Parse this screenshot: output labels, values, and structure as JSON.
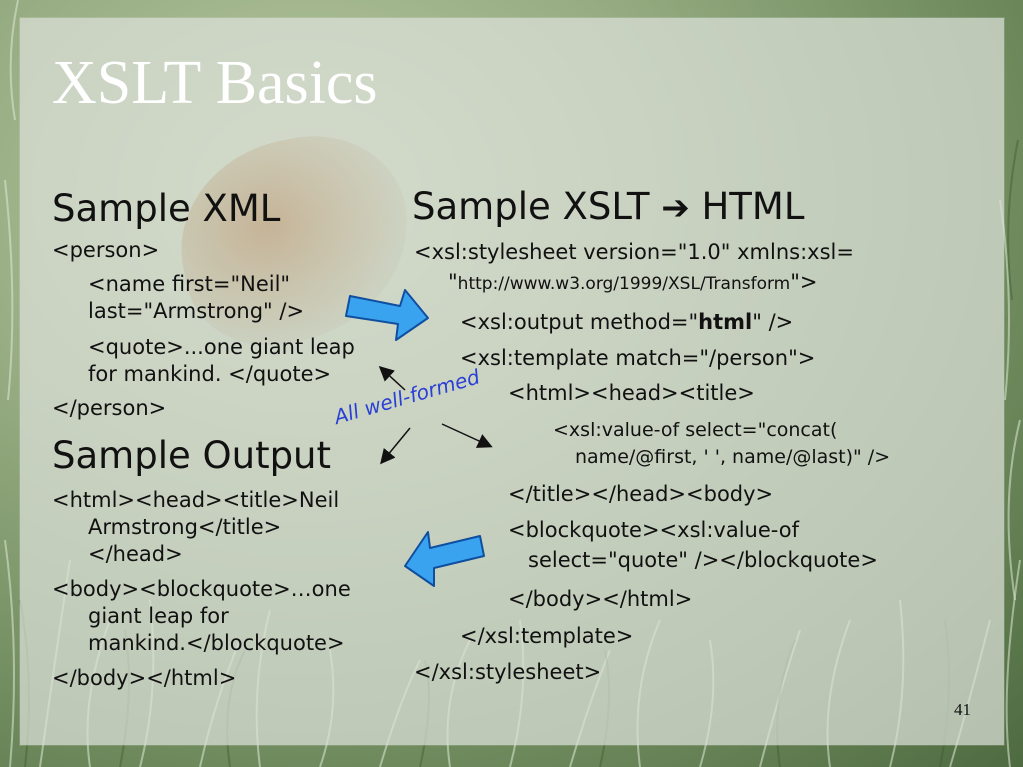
{
  "slide": {
    "title": "XSLT Basics",
    "number": "41"
  },
  "xml": {
    "heading": "Sample XML",
    "lines": [
      "<person>",
      "<name first=\"Neil\"",
      "last=\"Armstrong\" />",
      "<quote>...one giant leap",
      "for mankind. </quote>",
      "</person>"
    ]
  },
  "output": {
    "heading": "Sample Output",
    "lines": [
      "<html><head><title>Neil",
      "Armstrong</title>",
      "</head>",
      "<body><blockquote>…one",
      "giant leap for",
      "mankind.</blockquote>",
      "</body></html>"
    ]
  },
  "xslt": {
    "heading_left": "Sample XSLT",
    "heading_arrow": "➔",
    "heading_right": "HTML",
    "stylesheet_open": "<xsl:stylesheet version=\"1.0\" xmlns:xsl=",
    "ns_quote_open": "\"",
    "ns_url": "http://www.w3.org/1999/XSL/Transform",
    "ns_quote_close": "\">",
    "output_pre": "<xsl:output method=\"",
    "output_bold": "html",
    "output_post": "\" />",
    "template_open": "<xsl:template match=\"/person\">",
    "html_open": "<html><head><title>",
    "value_of_1": "<xsl:value-of select=\"concat(",
    "value_of_2": "name/@first, ' ', name/@last)\" />",
    "title_close": "</title></head><body>",
    "blockquote_1": "<blockquote><xsl:value-of",
    "blockquote_2": "select=\"quote\" /></blockquote>",
    "body_close": "</body></html>",
    "template_close": "</xsl:template>",
    "stylesheet_close": "</xsl:stylesheet>"
  },
  "annotation": {
    "text": "All well-formed",
    "color": "#2a3fd6"
  },
  "colors": {
    "arrow_fill": "#3aa3f0",
    "arrow_stroke": "#0f4fa0",
    "title_color": "#ffffff"
  }
}
